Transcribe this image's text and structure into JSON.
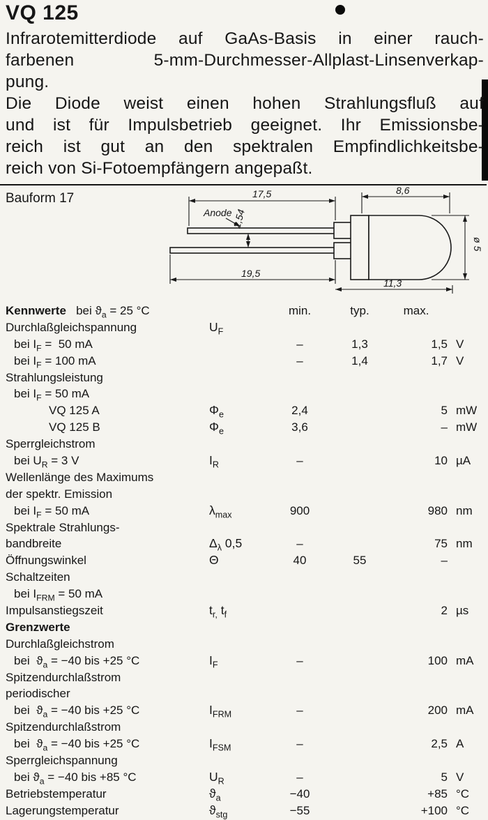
{
  "page": {
    "title": "VQ 125",
    "intro1_lines": [
      "Infrarotemitterdiode auf GaAs-Basis in einer rauch-",
      "farbenen 5-mm-Durchmesser-Allplast-Linsenverkap-",
      "pung."
    ],
    "intro2_lines": [
      "Die Diode weist einen hohen Strahlungsfluß auf",
      "und ist für Impulsbetrieb geeignet. Ihr Emissionsbe-",
      "reich ist gut an den spektralen Empfindlichkeitsbe-",
      "reich von Si-Fotoempfängern angepaßt."
    ]
  },
  "colors": {
    "ink": "#161616",
    "paper": "#f5f4ef"
  },
  "drawing": {
    "label": "Bauform 17",
    "anode_label": "Anode",
    "dims": {
      "lead_top_len": "17,5",
      "dome_len": "8,6",
      "lead_pitch": "2,54",
      "lead_bottom_len": "19,5",
      "body_len": "11,3",
      "diameter": "ø 5"
    }
  },
  "table": {
    "rows": [
      {
        "header": true,
        "label": [
          [
            "b",
            "Kennwerte"
          ],
          [
            "t",
            "   bei ϑ"
          ],
          [
            "s",
            "a"
          ],
          [
            "t",
            " = 25 °C"
          ]
        ],
        "min": "min.",
        "typ": "typ.",
        "max": "max."
      },
      {
        "label": [
          [
            "t",
            "Durchlaßgleichspannung"
          ]
        ],
        "sym": [
          [
            "t",
            "U"
          ],
          [
            "s",
            "F"
          ]
        ]
      },
      {
        "ind": 1,
        "label": [
          [
            "t",
            "bei I"
          ],
          [
            "s",
            "F"
          ],
          [
            "t",
            " =  50 mA"
          ]
        ],
        "min": "–",
        "typ": "1,3",
        "max": "1,5",
        "unit": "V"
      },
      {
        "ind": 1,
        "label": [
          [
            "t",
            "bei I"
          ],
          [
            "s",
            "F"
          ],
          [
            "t",
            " = 100 mA"
          ]
        ],
        "min": "–",
        "typ": "1,4",
        "max": "1,7",
        "unit": "V"
      },
      {
        "label": [
          [
            "t",
            "Strahlungsleistung"
          ]
        ]
      },
      {
        "ind": 1,
        "label": [
          [
            "t",
            "bei I"
          ],
          [
            "s",
            "F"
          ],
          [
            "t",
            " = 50 mA"
          ]
        ]
      },
      {
        "ind": 2,
        "label": [
          [
            "t",
            "VQ 125 A"
          ]
        ],
        "sym": [
          [
            "t",
            "Φ"
          ],
          [
            "s",
            "e"
          ]
        ],
        "min": "2,4",
        "max": "5",
        "unit": "mW"
      },
      {
        "ind": 2,
        "label": [
          [
            "t",
            "VQ 125 B"
          ]
        ],
        "sym": [
          [
            "t",
            "Φ"
          ],
          [
            "s",
            "e"
          ]
        ],
        "min": "3,6",
        "max": "–",
        "unit": "mW"
      },
      {
        "label": [
          [
            "t",
            "Sperrgleichstrom"
          ]
        ]
      },
      {
        "ind": 1,
        "label": [
          [
            "t",
            "bei U"
          ],
          [
            "s",
            "R"
          ],
          [
            "t",
            " = 3 V"
          ]
        ],
        "sym": [
          [
            "t",
            "I"
          ],
          [
            "s",
            "R"
          ]
        ],
        "min": "–",
        "max": "10",
        "unit": "µA"
      },
      {
        "label": [
          [
            "t",
            "Wellenlänge des Maximums"
          ]
        ]
      },
      {
        "label": [
          [
            "t",
            "der spektr. Emission"
          ]
        ]
      },
      {
        "ind": 1,
        "label": [
          [
            "t",
            "bei I"
          ],
          [
            "s",
            "F"
          ],
          [
            "t",
            " = 50 mA"
          ]
        ],
        "sym": [
          [
            "t",
            "λ"
          ],
          [
            "s",
            "max"
          ]
        ],
        "min": "900",
        "max": "980",
        "unit": "nm"
      },
      {
        "label": [
          [
            "t",
            "Spektrale Strahlungs-"
          ]
        ]
      },
      {
        "label": [
          [
            "t",
            "bandbreite"
          ]
        ],
        "sym": [
          [
            "t",
            "Δ"
          ],
          [
            "s",
            "λ"
          ],
          [
            "t",
            " 0,5"
          ]
        ],
        "min": "–",
        "max": "75",
        "unit": "nm"
      },
      {
        "label": [
          [
            "t",
            "Öffnungswinkel"
          ]
        ],
        "sym": [
          [
            "t",
            "Θ"
          ]
        ],
        "min": "40",
        "typ": "55",
        "max": "–"
      },
      {
        "label": [
          [
            "t",
            "Schaltzeiten"
          ]
        ]
      },
      {
        "ind": 1,
        "label": [
          [
            "t",
            "bei I"
          ],
          [
            "s",
            "FRM"
          ],
          [
            "t",
            " = 50 mA"
          ]
        ]
      },
      {
        "label": [
          [
            "t",
            "Impulsanstiegszeit"
          ]
        ],
        "sym": [
          [
            "t",
            "t"
          ],
          [
            "s",
            "r,"
          ],
          [
            "t",
            " t"
          ],
          [
            "s",
            "f"
          ]
        ],
        "max": "2",
        "unit": "µs"
      },
      {
        "bold": true,
        "label": [
          [
            "b",
            "Grenzwerte"
          ]
        ]
      },
      {
        "label": [
          [
            "t",
            "Durchlaßgleichstrom"
          ]
        ]
      },
      {
        "ind": 1,
        "label": [
          [
            "t",
            "bei  ϑ"
          ],
          [
            "s",
            "a"
          ],
          [
            "t",
            " = −40 bis +25 °C"
          ]
        ],
        "sym": [
          [
            "t",
            "I"
          ],
          [
            "s",
            "F"
          ]
        ],
        "min": "–",
        "max": "100",
        "unit": "mA"
      },
      {
        "label": [
          [
            "t",
            "Spitzendurchlaßstrom"
          ]
        ]
      },
      {
        "label": [
          [
            "t",
            "periodischer"
          ]
        ]
      },
      {
        "ind": 1,
        "label": [
          [
            "t",
            "bei  ϑ"
          ],
          [
            "s",
            "a"
          ],
          [
            "t",
            " = −40 bis +25 °C"
          ]
        ],
        "sym": [
          [
            "t",
            "I"
          ],
          [
            "s",
            "FRM"
          ]
        ],
        "min": "–",
        "max": "200",
        "unit": "mA"
      },
      {
        "label": [
          [
            "t",
            "Spitzendurchlaßstrom"
          ]
        ]
      },
      {
        "ind": 1,
        "label": [
          [
            "t",
            "bei  ϑ"
          ],
          [
            "s",
            "a"
          ],
          [
            "t",
            " = −40 bis +25 °C"
          ]
        ],
        "sym": [
          [
            "t",
            "I"
          ],
          [
            "s",
            "FSM"
          ]
        ],
        "min": "–",
        "max": "2,5",
        "unit": "A"
      },
      {
        "label": [
          [
            "t",
            "Sperrgleichspannung"
          ]
        ]
      },
      {
        "ind": 1,
        "label": [
          [
            "t",
            "bei ϑ"
          ],
          [
            "s",
            "a"
          ],
          [
            "t",
            " = −40 bis +85 °C"
          ]
        ],
        "sym": [
          [
            "t",
            "U"
          ],
          [
            "s",
            "R"
          ]
        ],
        "min": "–",
        "max": "5",
        "unit": "V"
      },
      {
        "label": [
          [
            "t",
            "Betriebstemperatur"
          ]
        ],
        "sym": [
          [
            "t",
            "ϑ"
          ],
          [
            "s",
            "a"
          ]
        ],
        "min": "−40",
        "max": "+85",
        "unit": "°C"
      },
      {
        "label": [
          [
            "t",
            "Lagerungstemperatur"
          ]
        ],
        "sym": [
          [
            "t",
            "ϑ"
          ],
          [
            "s",
            "stg"
          ]
        ],
        "min": "−55",
        "max": "+100",
        "unit": "°C"
      }
    ]
  }
}
